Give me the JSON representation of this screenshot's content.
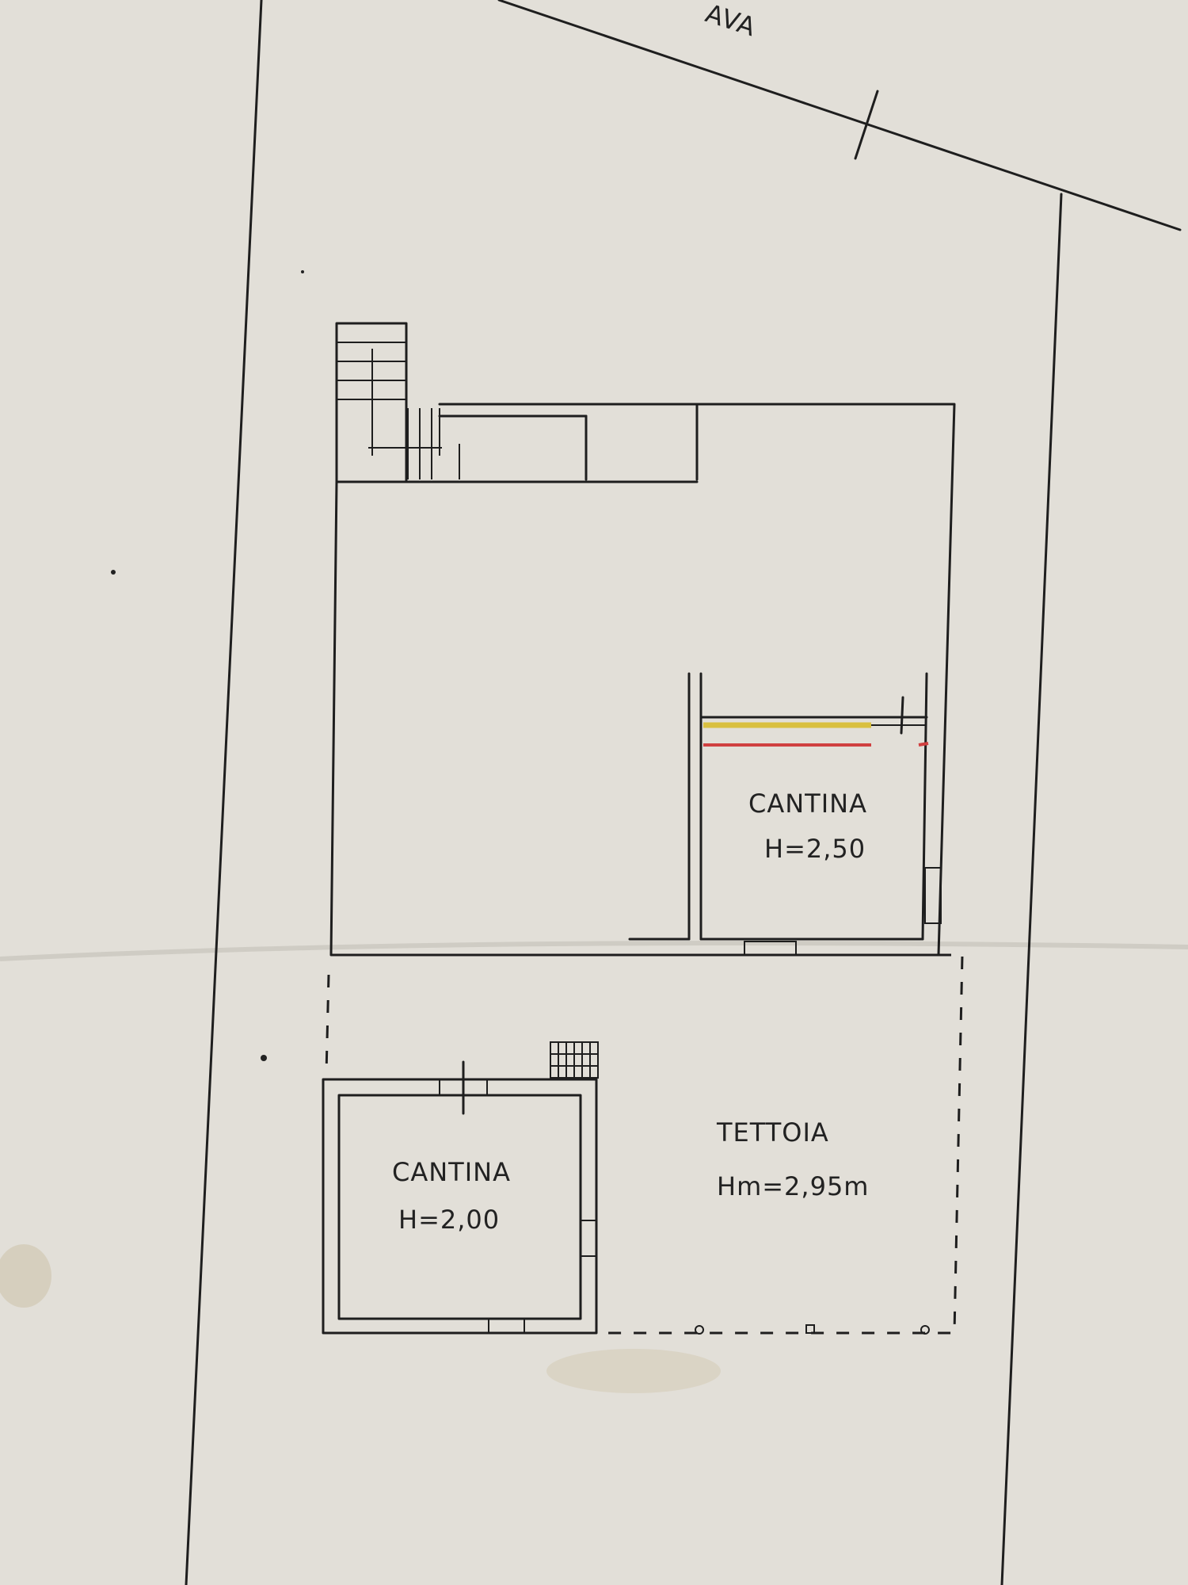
{
  "plan": {
    "street_label": "AVA",
    "rooms": [
      {
        "name": "CANTINA",
        "height": "H=2,50"
      },
      {
        "name": "CANTINA",
        "height": "H=2,00"
      }
    ],
    "canopy": {
      "name": "TETTOIA",
      "height": "Hm=2,95m"
    }
  },
  "colors": {
    "paper": "#dedbd4",
    "ink": "#1e1e1e",
    "yellow_mark": "#d9c040",
    "red_mark": "#d04040"
  }
}
